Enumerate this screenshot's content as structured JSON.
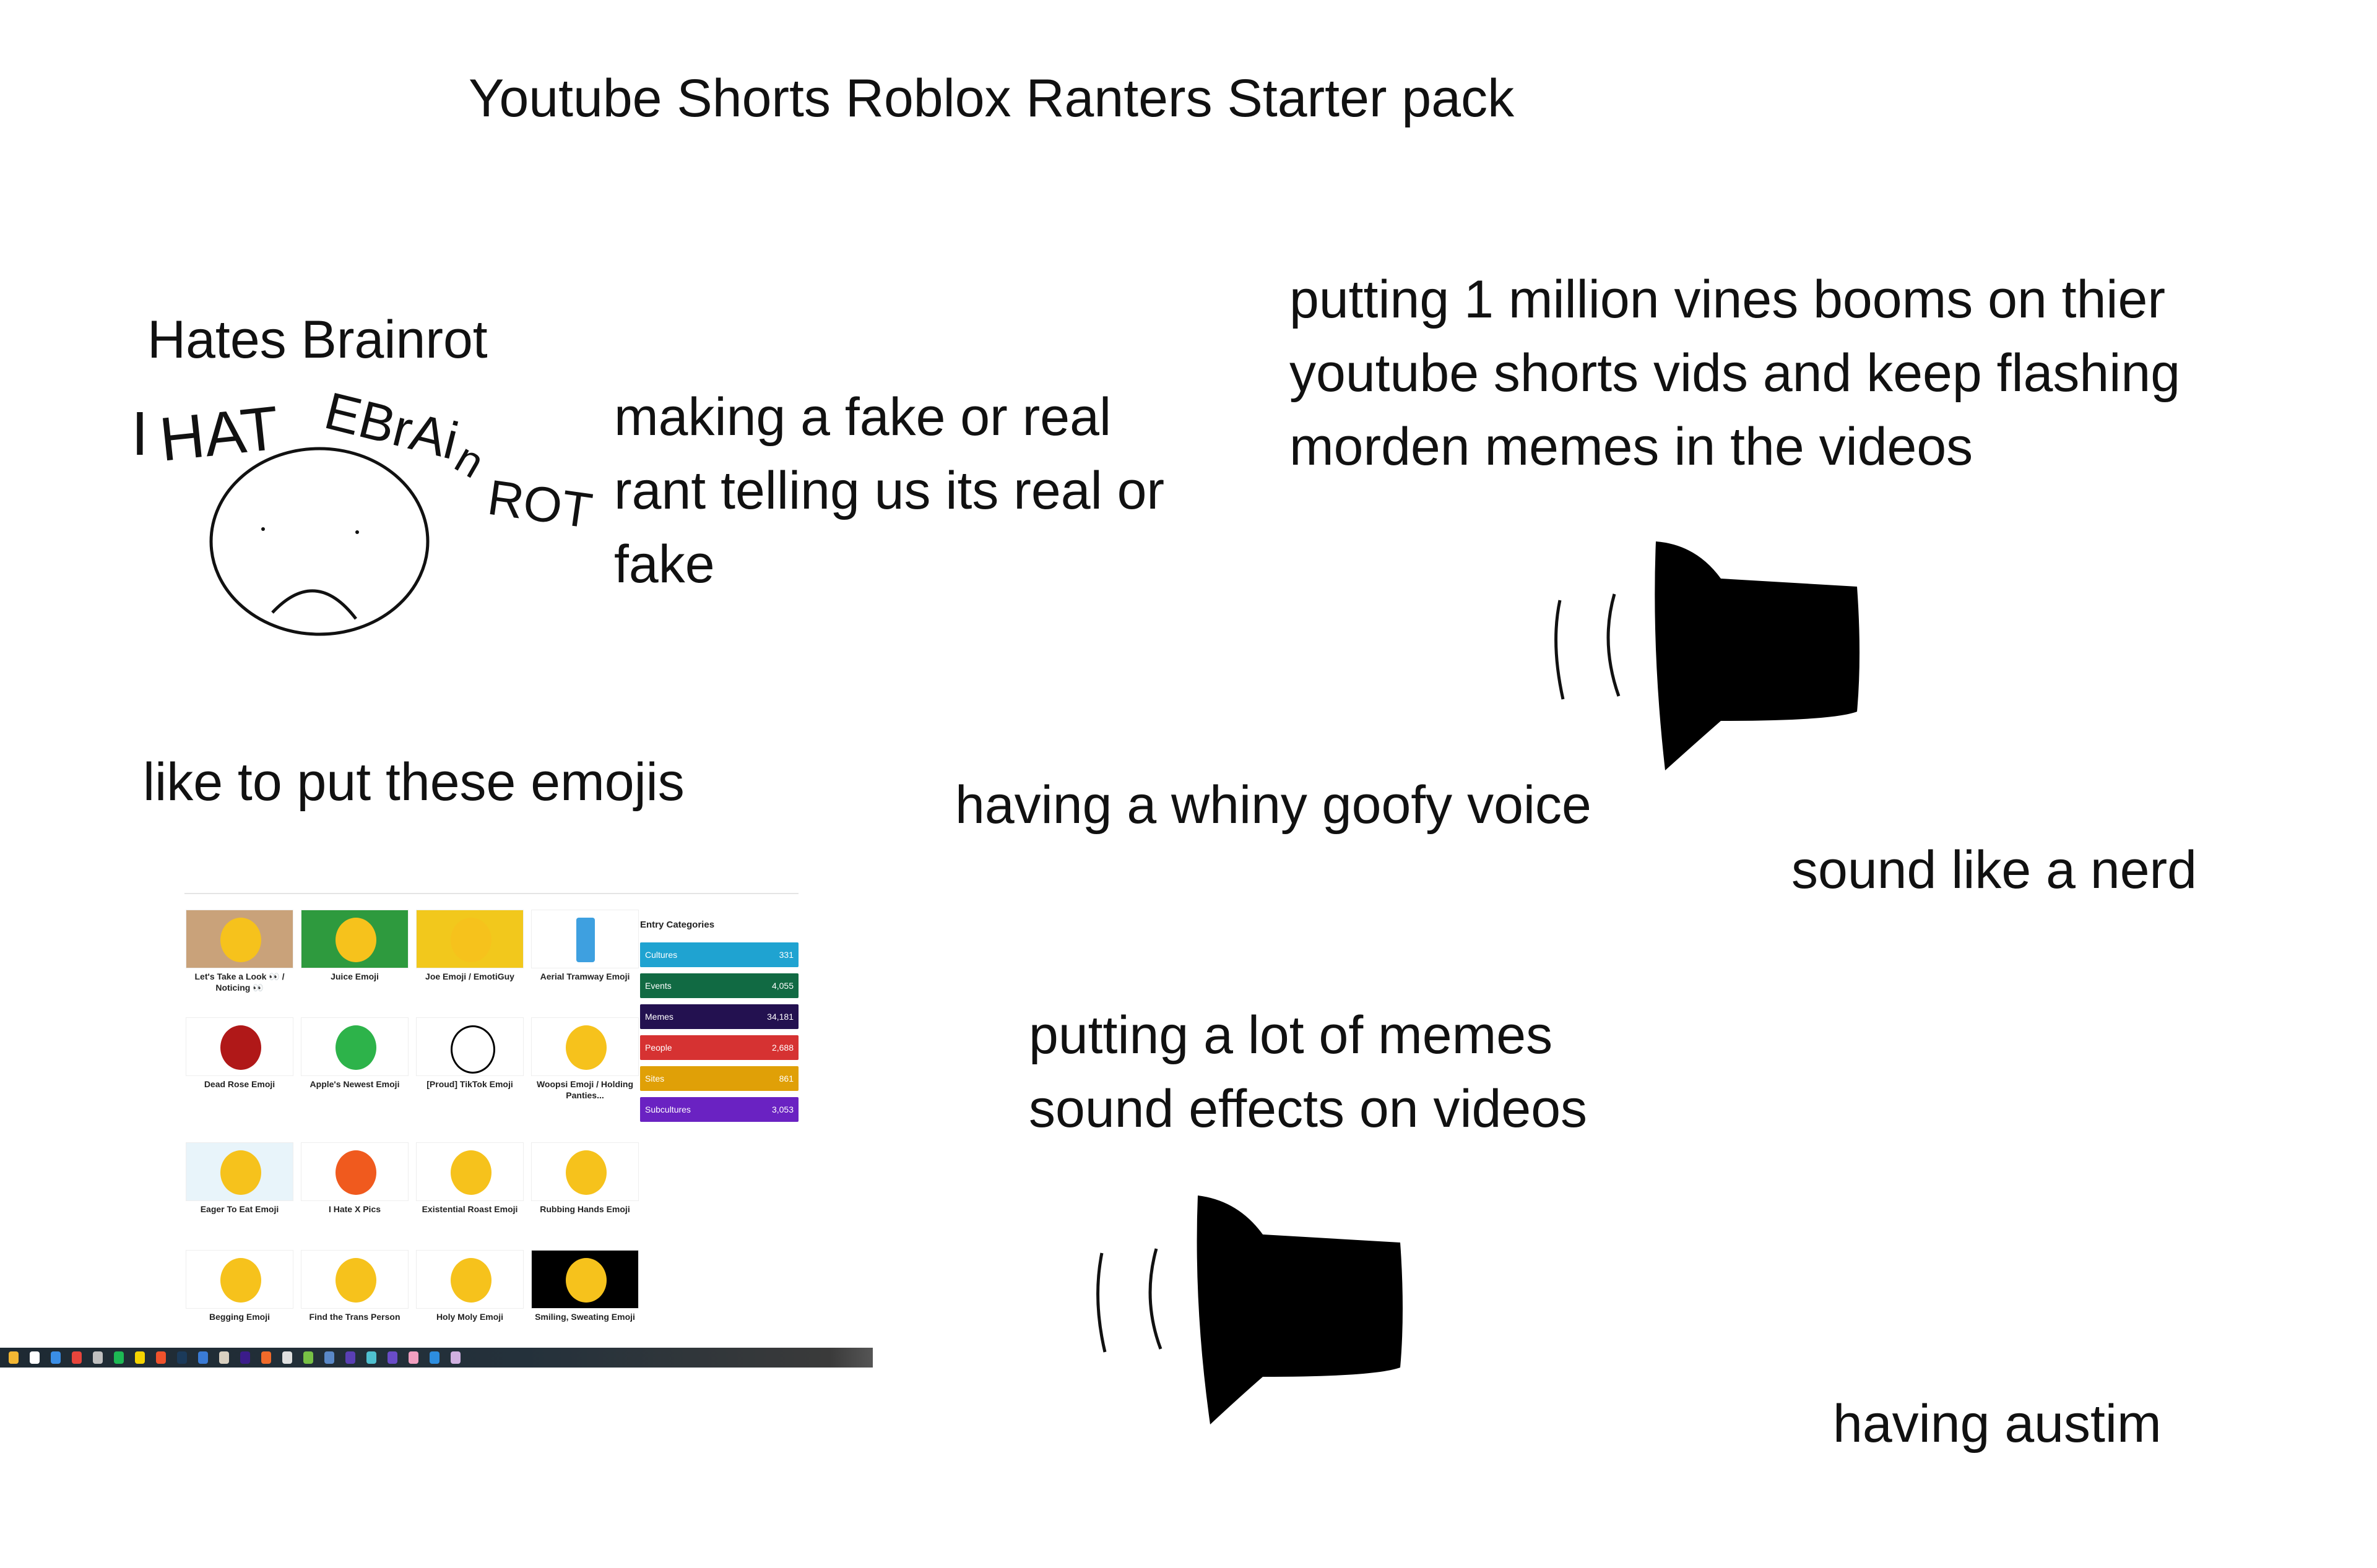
{
  "title": "Youtube Shorts Roblox Ranters Starter pack",
  "traits": {
    "hates_brainrot": "Hates Brainrot",
    "handwriting": [
      "I",
      "HAT",
      "EBrAi",
      "n",
      "ROT"
    ],
    "fake_rant": [
      "making a fake or real",
      "rant telling us its real or",
      "fake"
    ],
    "vine_booms": [
      "putting 1 million vines booms on thier",
      "youtube shorts vids and keep flashing",
      "morden memes in the videos"
    ],
    "emojis": "like to put these emojis",
    "whiny_voice": "having a whiny goofy voice",
    "nerd": "sound like a nerd",
    "meme_sfx": [
      "putting a lot of memes",
      "sound effects on videos"
    ],
    "austim": "having austim"
  },
  "emoji_screenshot": {
    "cards": [
      {
        "label": "Let's Take a Look 👀 / Noticing 👀",
        "bg": "#c9a27a"
      },
      {
        "label": "Juice Emoji",
        "bg": "#2e9a3e"
      },
      {
        "label": "Joe Emoji / EmotiGuy",
        "bg": "#f2c81c"
      },
      {
        "label": "Aerial Tramway Emoji",
        "bg": "#ffffff"
      },
      {
        "label": "Dead Rose Emoji",
        "bg": "#ffffff"
      },
      {
        "label": "Apple's Newest Emoji",
        "bg": "#ffffff"
      },
      {
        "label": "[Proud] TikTok Emoji",
        "bg": "#ffffff"
      },
      {
        "label": "Woopsi Emoji / Holding Panties...",
        "bg": "#ffffff"
      },
      {
        "label": "Eager To Eat Emoji",
        "bg": "#e8f4fa"
      },
      {
        "label": "I Hate X Pics",
        "bg": "#ffffff"
      },
      {
        "label": "Existential Roast Emoji",
        "bg": "#ffffff"
      },
      {
        "label": "Rubbing Hands Emoji",
        "bg": "#ffffff"
      },
      {
        "label": "Begging Emoji",
        "bg": "#ffffff"
      },
      {
        "label": "Find the Trans Person",
        "bg": "#ffffff"
      },
      {
        "label": "Holy Moly Emoji",
        "bg": "#ffffff"
      },
      {
        "label": "Smiling, Sweating Emoji",
        "bg": "#000000"
      }
    ],
    "categories_heading": "Entry Categories",
    "categories": [
      {
        "name": "Cultures",
        "count": "331",
        "color": "#1fa3d1"
      },
      {
        "name": "Events",
        "count": "4,055",
        "color": "#116a43"
      },
      {
        "name": "Memes",
        "count": "34,181",
        "color": "#231150"
      },
      {
        "name": "People",
        "count": "2,688",
        "color": "#d63232"
      },
      {
        "name": "Sites",
        "count": "861",
        "color": "#e0a007"
      },
      {
        "name": "Subcultures",
        "count": "3,053",
        "color": "#6a22c2"
      }
    ],
    "taskbar_icons": [
      "#f3b733",
      "#ffffff",
      "#3a8ee6",
      "#e8453c",
      "#c0c0c0",
      "#1db954",
      "#f5d400",
      "#f0522c",
      "#1b3a5a",
      "#3a7bd5",
      "#d9d0c0",
      "#3b1c8a",
      "#f06a2a",
      "#e0e0e0",
      "#77c045",
      "#5a88c8",
      "#5a3fb4",
      "#4fc0d0",
      "#6a4cc8",
      "#f2a0c0",
      "#2d8ee0",
      "#d0b0e0"
    ]
  }
}
